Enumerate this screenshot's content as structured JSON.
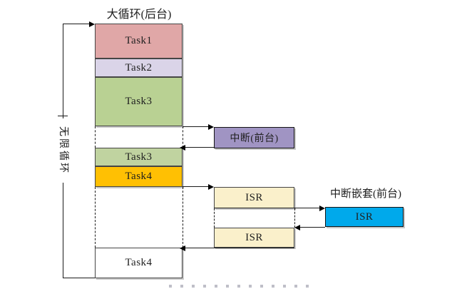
{
  "diagram": {
    "title": "大循环(后台)",
    "loop_label": "无限循环",
    "nested_interrupt_label": "中断嵌套(前台)",
    "blocks": {
      "task1": "Task1",
      "task2": "Task2",
      "task3": "Task3",
      "task3b": "Task3",
      "task4": "Task4",
      "task4b": "Task4",
      "interrupt": "中断(前台)",
      "isr1": "ISR",
      "isr_nested": "ISR",
      "isr2": "ISR"
    },
    "colors": {
      "task1": "#e0a7a7",
      "task2": "#dad4e8",
      "task3": "#b9d193",
      "task3b": "#c0d3a0",
      "task4": "#ffc003",
      "interrupt": "#a094c3",
      "isr": "#faf0cb",
      "isr_nested": "#00a9eb",
      "line": "#1a1a1a"
    }
  }
}
